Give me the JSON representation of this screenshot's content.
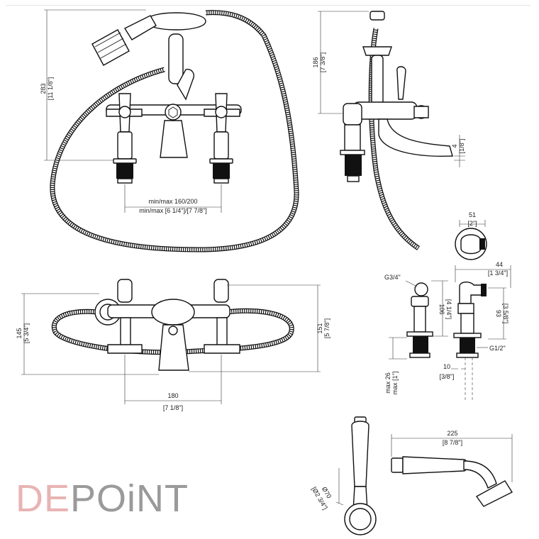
{
  "brand": {
    "part1": "DE",
    "part2": "POiNT",
    "accent": "#e8b4b4",
    "gray": "#9a9a9a"
  },
  "front_view": {
    "height_mm": "283",
    "height_in": "[11 1/8\"]",
    "centres_mm": "min/max 160/200",
    "centres_in": "min/max [6 1/4\"]/[7 7/8\"]"
  },
  "side_view": {
    "height_mm": "186",
    "height_in": "[7 3/8\"]",
    "spout_mm": "4",
    "spout_in": "[1/8\"]"
  },
  "top_view": {
    "depth_mm": "145",
    "depth_in": "[5 3/4\"]",
    "depth2_mm": "151",
    "depth2_in": "[5 7/8\"]",
    "width_mm": "180",
    "width_in": "[7 1/8\"]"
  },
  "fitting_detail": {
    "top_mm": "51",
    "top_in": "[2\"]",
    "side_mm": "44",
    "side_in": "[1 3/4\"]",
    "thread_top": "G3/4\"",
    "thread_bottom": "G1/2\"",
    "height_mm": "106",
    "height_in": "[4 1/4\"]",
    "height2_mm": "93",
    "height2_in": "[3 5/8\"]",
    "max_mm": "max 26",
    "max_in": "max [1\"]",
    "pipe_mm": "10",
    "pipe_in": "[3/8\"]"
  },
  "handshower": {
    "length_mm": "225",
    "length_in": "[8 7/8\"]",
    "diameter_mm": "Ø70",
    "diameter_in": "[Ø2 3/4\"]"
  }
}
